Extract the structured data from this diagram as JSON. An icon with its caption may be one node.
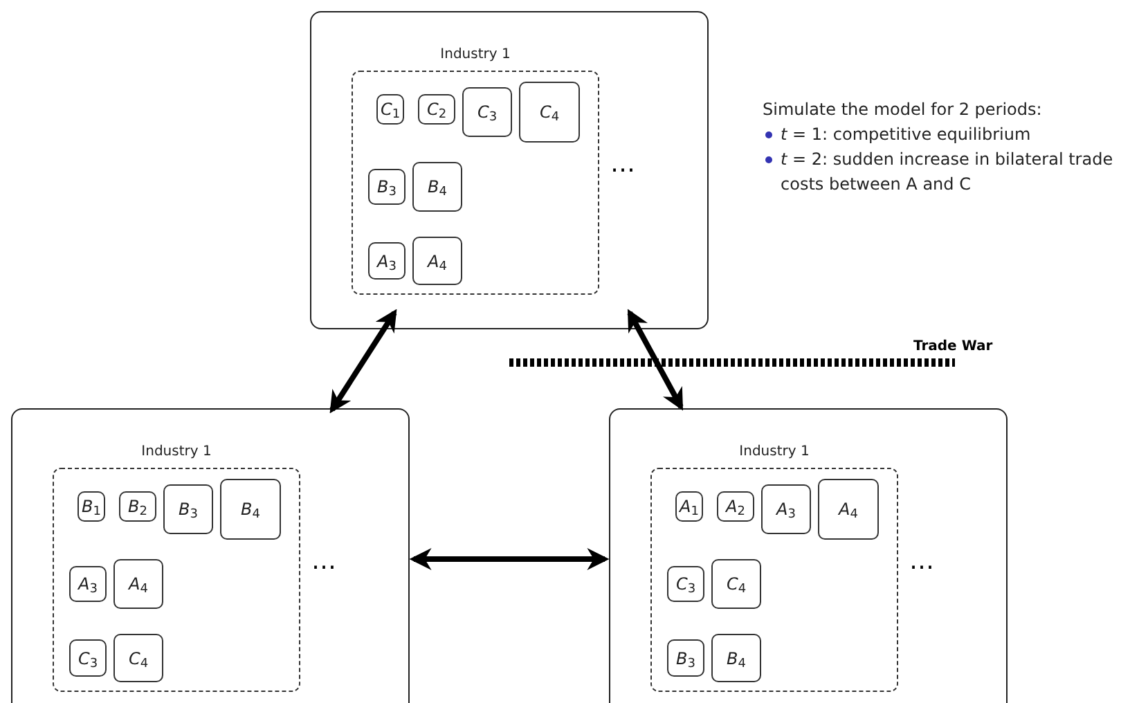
{
  "diagram": {
    "nodes": [
      {
        "text": [],
        "shape": "box"
      },
      {
        "text": [
          "Industry 1"
        ],
        "in": 0,
        "beside": [
          "…"
        ]
      },
      {
        "text": [
          "*C*$_{1}$"
        ],
        "in": 1
      },
      {
        "text": [
          "*C*$_{2}$"
        ],
        "in": 1
      },
      {
        "text": [
          "*C*$_{3}$"
        ],
        "in": 1
      },
      {
        "text": [
          "*C*$_{4}$"
        ],
        "in": 1
      },
      {
        "text": [
          "*B*$_{3}$"
        ],
        "in": 1
      },
      {
        "text": [
          "*B*$_{4}$"
        ],
        "in": 1
      },
      {
        "text": [
          "*A*$_{3}$"
        ],
        "in": 1
      },
      {
        "text": [
          "*A*$_{4}$"
        ],
        "in": 1
      },
      {
        "text": [],
        "shape": "box"
      },
      {
        "text": [
          "Industry 1"
        ],
        "in": 10,
        "beside": [
          "…"
        ]
      },
      {
        "text": [
          "*B*$_{1}$"
        ],
        "in": 11
      },
      {
        "text": [
          "*B*$_{2}$"
        ],
        "in": 11
      },
      {
        "text": [
          "*B*$_{3}$"
        ],
        "in": 11
      },
      {
        "text": [
          "*B*$_{4}$"
        ],
        "in": 11
      },
      {
        "text": [
          "*A*$_{3}$"
        ],
        "in": 11
      },
      {
        "text": [
          "*A*$_{4}$"
        ],
        "in": 11
      },
      {
        "text": [
          "*C*$_{3}$"
        ],
        "in": 11
      },
      {
        "text": [
          "*C*$_{4}$"
        ],
        "in": 11
      },
      {
        "text": [],
        "shape": "box"
      },
      {
        "text": [
          "Industry 1"
        ],
        "in": 20,
        "beside": [
          "…"
        ]
      },
      {
        "text": [
          "*A*$_{1}$"
        ],
        "in": 21
      },
      {
        "text": [
          "*A*$_{2}$"
        ],
        "in": 21
      },
      {
        "text": [
          "*A*$_{3}$"
        ],
        "in": 21
      },
      {
        "text": [
          "*A*$_{4}$"
        ],
        "in": 21
      },
      {
        "text": [
          "*C*$_{3}$"
        ],
        "in": 21
      },
      {
        "text": [
          "*C*$_{4}$"
        ],
        "in": 21
      },
      {
        "text": [
          "*B*$_{3}$"
        ],
        "in": 21
      },
      {
        "text": [
          "*B*$_{4}$"
        ],
        "in": 21
      }
    ],
    "edges": [
      {
        "from": 10,
        "to": 0,
        "arrow": "both"
      },
      {
        "from": 0,
        "to": 20,
        "arrow": "both"
      },
      {
        "from": 10,
        "to": 20,
        "arrow": "both"
      }
    ],
    "labels": [
      "Simulate the model for 2 periods:",
      "*t* = 1: competitive equilibrium",
      "*t* = 2: sudden increase in bilateral trade costs between A and C",
      "Trade War"
    ]
  }
}
